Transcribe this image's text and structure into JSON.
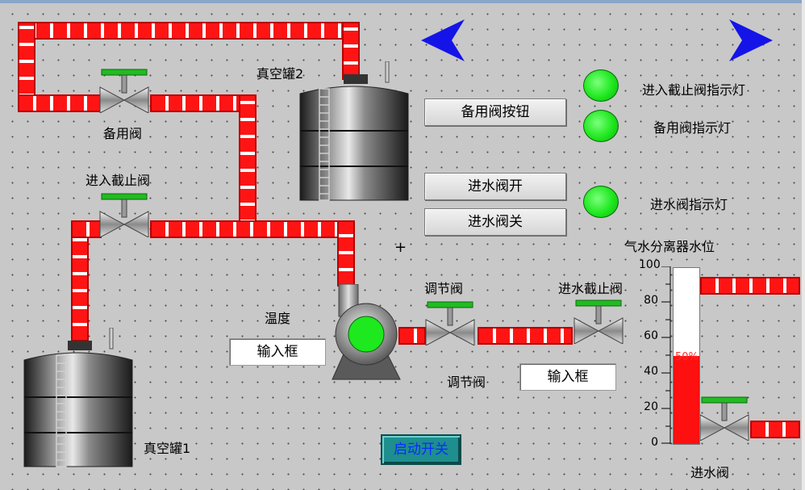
{
  "labels": {
    "tank2": "真空罐2",
    "tank1": "真空罐1",
    "backup_valve": "备用阀",
    "inlet_stop_valve": "进入截止阀",
    "temperature": "温度",
    "regulating_valve_top": "调节阀",
    "regulating_valve_bottom": "调节阀",
    "inlet_water_stop_valve": "进水截止阀",
    "separator_level": "气水分离器水位",
    "inlet_water_valve": "进水阀",
    "lamp_inlet_stop": "进入截止阀指示灯",
    "lamp_backup": "备用阀指示灯",
    "lamp_inlet_water": "进水阀指示灯",
    "cursor_cross": "+"
  },
  "buttons": {
    "backup_valve_button": "备用阀按钮",
    "open_inlet_water": "进水阀开",
    "close_inlet_water": "进水阀关",
    "start_switch": "启动开关"
  },
  "inputs": {
    "temperature_input": "输入框",
    "regulating_input": "输入框"
  },
  "gauge": {
    "ticks": [
      "100",
      "80",
      "60",
      "40",
      "20",
      "0"
    ],
    "level_percent": 50,
    "level_label": "50%"
  },
  "colors": {
    "pipe": "#ff1010",
    "lamp_on": "#1ee81e",
    "valve_handle": "#22bb22",
    "nav_arrow": "#1414e8"
  },
  "icons": [
    "nav-left-icon",
    "nav-right-icon"
  ]
}
